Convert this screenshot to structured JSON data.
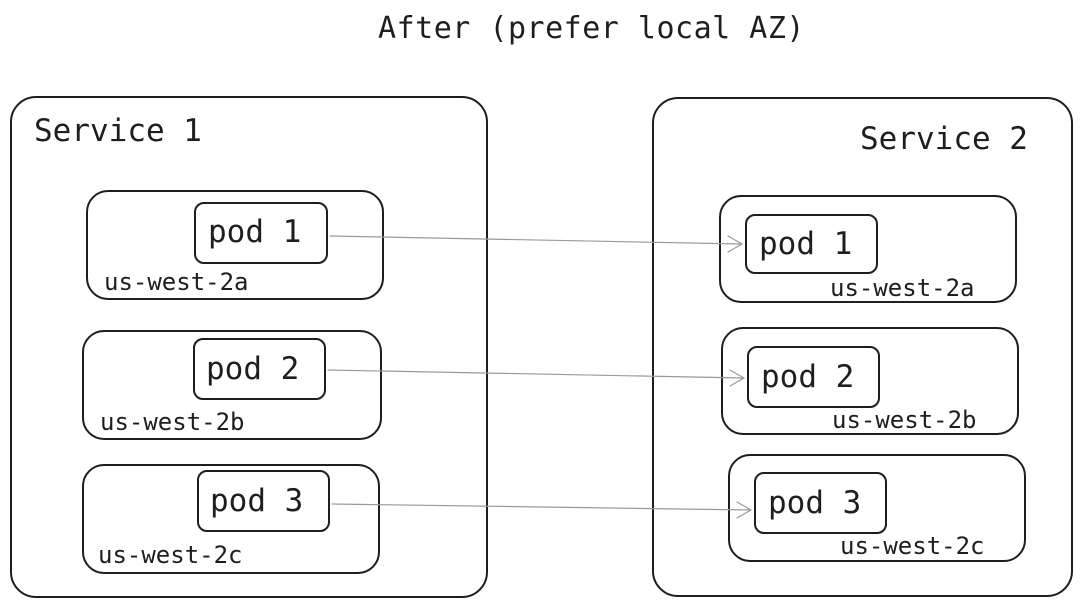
{
  "title": "After (prefer local AZ)",
  "services": [
    {
      "label": "Service 1",
      "zones": [
        {
          "zone": "us-west-2a",
          "pod": "pod 1"
        },
        {
          "zone": "us-west-2b",
          "pod": "pod 2"
        },
        {
          "zone": "us-west-2c",
          "pod": "pod 3"
        }
      ]
    },
    {
      "label": "Service 2",
      "zones": [
        {
          "zone": "us-west-2a",
          "pod": "pod 1"
        },
        {
          "zone": "us-west-2b",
          "pod": "pod 2"
        },
        {
          "zone": "us-west-2c",
          "pod": "pod 3"
        }
      ]
    }
  ],
  "colors": {
    "stroke": "#1e1e1e",
    "arrow": "#9a9a9a"
  }
}
